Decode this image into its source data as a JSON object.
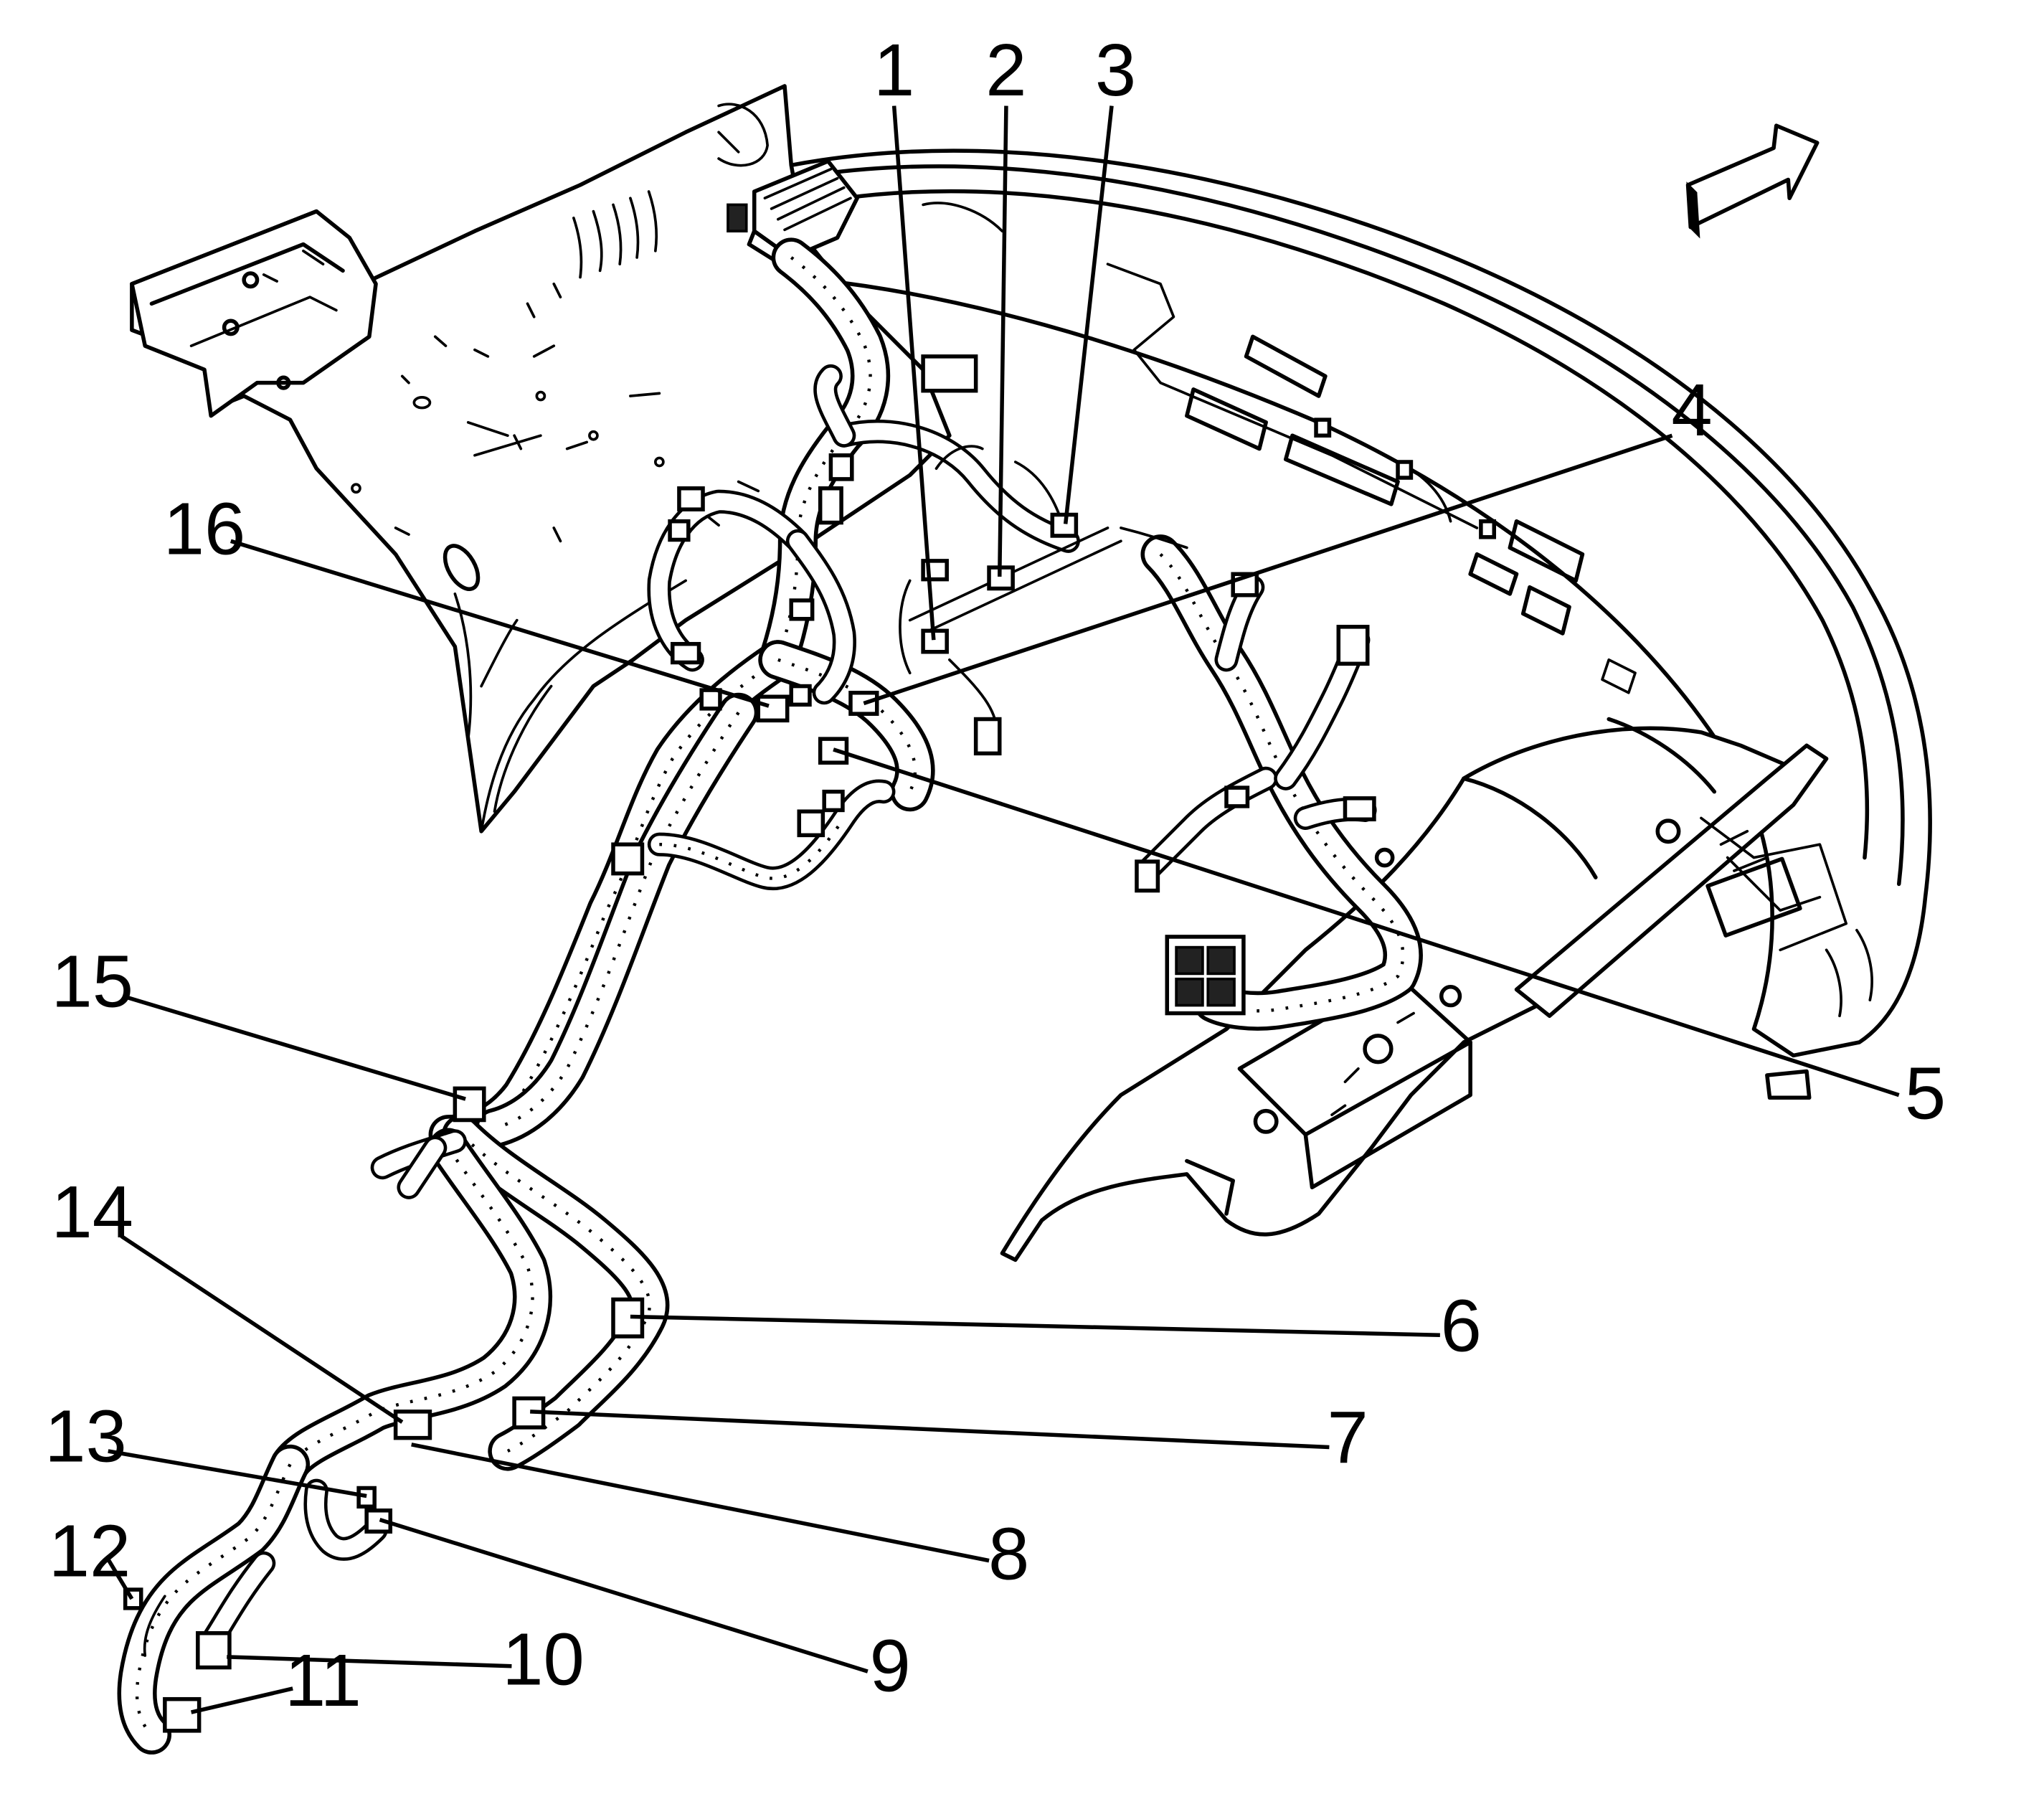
{
  "diagram": {
    "callouts": [
      {
        "id": "1",
        "label": "1"
      },
      {
        "id": "2",
        "label": "2"
      },
      {
        "id": "3",
        "label": "3"
      },
      {
        "id": "4",
        "label": "4"
      },
      {
        "id": "5",
        "label": "5"
      },
      {
        "id": "6",
        "label": "6"
      },
      {
        "id": "7",
        "label": "7"
      },
      {
        "id": "8",
        "label": "8"
      },
      {
        "id": "9",
        "label": "9"
      },
      {
        "id": "10",
        "label": "10"
      },
      {
        "id": "11",
        "label": "11"
      },
      {
        "id": "12",
        "label": "12"
      },
      {
        "id": "13",
        "label": "13"
      },
      {
        "id": "14",
        "label": "14"
      },
      {
        "id": "15",
        "label": "15"
      },
      {
        "id": "16",
        "label": "16"
      }
    ],
    "orientation_arrow": "forward-arrow-icon"
  }
}
